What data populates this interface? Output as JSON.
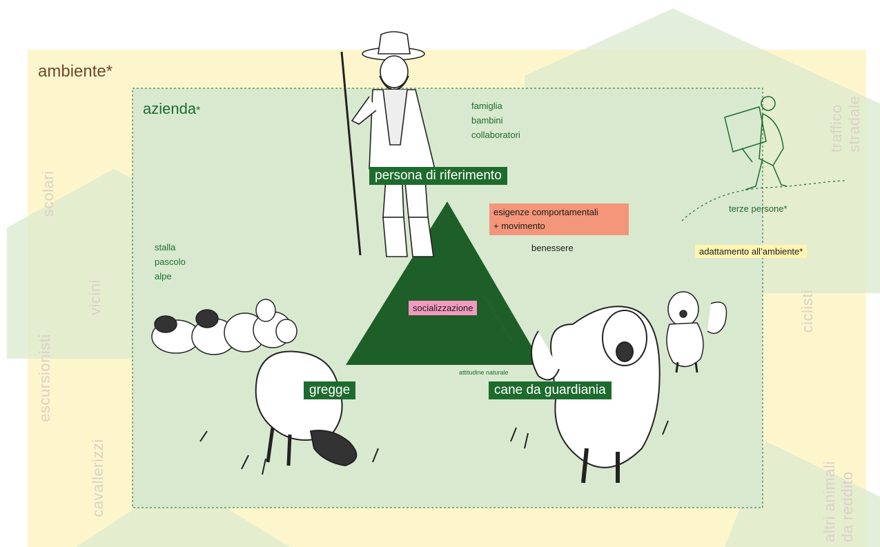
{
  "environment": {
    "title": "ambiente*",
    "outside_labels": {
      "scolari": "scolari",
      "vicini": "vicini",
      "escursionisti": "escursionisti",
      "cavallerizzi": "cavallerizzi",
      "traffico_stradale": [
        "traffico",
        "stradale"
      ],
      "ciclisti": "ciclisti",
      "altri_animali": [
        "altri animali",
        "da reddito"
      ]
    },
    "third_parties": "terze persone*",
    "adaptation": "adattamento all’ambiente*"
  },
  "farm": {
    "title": "azienda",
    "title_star": "*",
    "people": [
      "famiglia",
      "bambini",
      "collaboratori"
    ],
    "places": [
      "stalla",
      "pascolo",
      "alpe"
    ]
  },
  "triangle": {
    "top": "persona di riferimento",
    "bottom_left": "gregge",
    "bottom_right": "cane da guardiania",
    "center": "socializzazione",
    "right_edge": "stabilità emozionale",
    "bottom_edge": "attitudine naturale",
    "needs": [
      "esigenze comportamentali",
      "+ movimento"
    ],
    "wellbeing": "benessere"
  },
  "colors": {
    "environment_bg": "#fdf6cc",
    "farm_bg": "#d8e9cf",
    "triangle": "#1e5e29",
    "dark_green": "#1e6b2e",
    "pink": "#f29ac0",
    "salmon": "#f3967a",
    "yellow": "#fff4b0",
    "outside_label": "#d9d2c6"
  },
  "icons": [
    "shepherd-illustration",
    "sheep-flock-illustration",
    "sheep-grazing-illustration",
    "guard-dog-illustration",
    "guard-dog-small-illustration",
    "hiker-illustration"
  ]
}
